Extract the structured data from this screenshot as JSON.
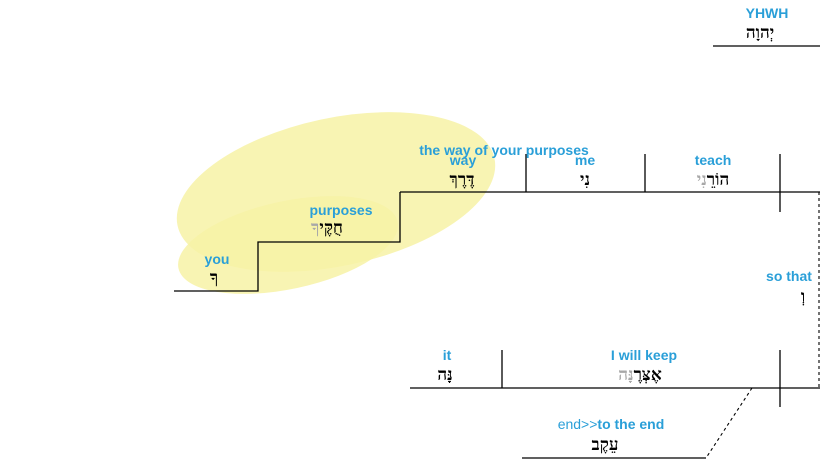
{
  "colors": {
    "english_text": "#2a9fd8",
    "hebrew_text": "#000000",
    "hebrew_affix": "#a8a8a8",
    "highlight": "#f7f2a6"
  },
  "subject": {
    "english": "YHWH",
    "hebrew": "יְהוָה"
  },
  "verb": {
    "english": "teach",
    "hebrew_root": "הוֹרֵ",
    "hebrew_suffix": "נִי"
  },
  "object": {
    "english": "me",
    "hebrew": "נִי"
  },
  "complement": {
    "phrase_label": "the way of your purposes",
    "head": {
      "english": "way",
      "hebrew": "דֶּרֶךְ"
    },
    "modifier": {
      "english": "purposes",
      "hebrew_root": "חֻקֶּי",
      "hebrew_suffix": "ךָ"
    },
    "possessor": {
      "english": "you",
      "hebrew": "ךָ"
    }
  },
  "conjunction": {
    "english": "so that",
    "hebrew": "וְ"
  },
  "clause2": {
    "verb": {
      "english": "I will keep",
      "hebrew_prefix": "אֶ",
      "hebrew_root": "צְּרֶ",
      "hebrew_suffix": "נָּה"
    },
    "object": {
      "english": "it",
      "hebrew": "נָּה"
    },
    "adverbial": {
      "english_gloss": "end>>",
      "english": "to the end",
      "hebrew": "עֵקֶב"
    }
  }
}
